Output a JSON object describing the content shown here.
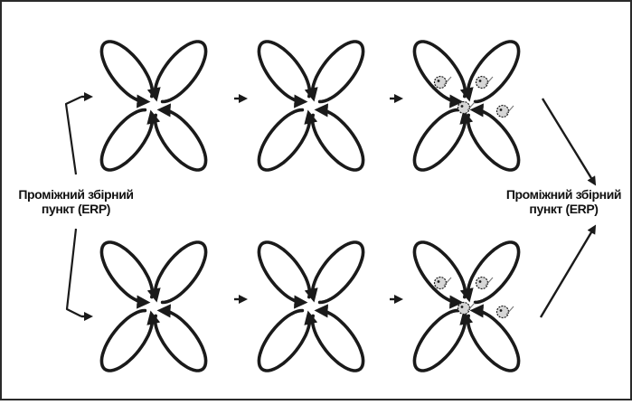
{
  "diagram": {
    "colors": {
      "ink": "#1a1a1a",
      "background": "#ffffff",
      "frame": "#2a2a2a"
    },
    "left_label": {
      "line1": "Проміжний збірний",
      "line2": "пункт (ERP)"
    },
    "right_label": {
      "line1": "Проміжний збірний",
      "line2": "пункт (ERP)"
    },
    "rows": [
      {
        "name": "top-row",
        "clusters": [
          "empty",
          "empty",
          "with-agents"
        ]
      },
      {
        "name": "bottom-row",
        "clusters": [
          "empty",
          "empty",
          "with-agents"
        ]
      }
    ],
    "icons": {
      "agent": "agent-icon",
      "arrow": "arrow-icon"
    }
  }
}
